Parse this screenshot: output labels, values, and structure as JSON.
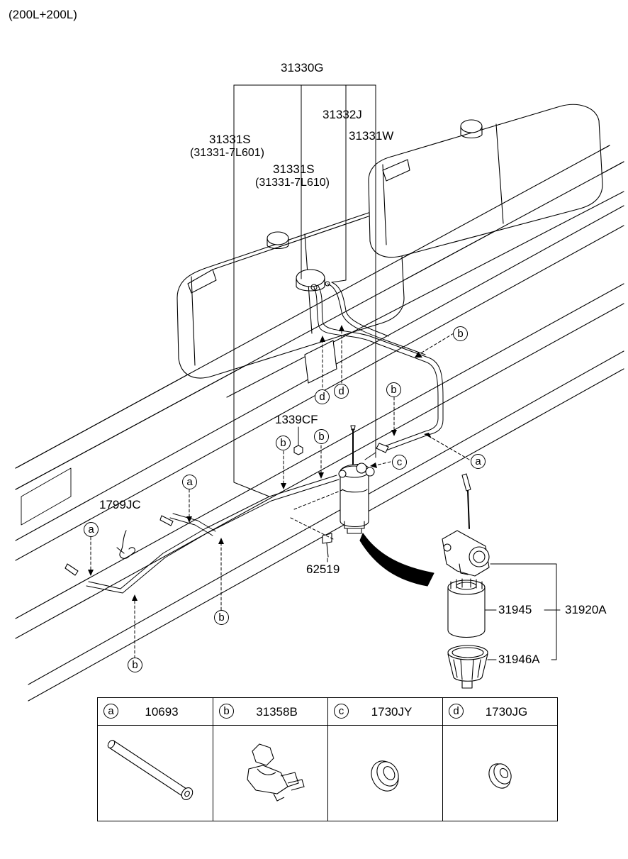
{
  "header": {
    "variant": "(200L+200L)"
  },
  "labels": {
    "assembly": "31330G",
    "p31332J": "31332J",
    "p31331W": "31331W",
    "p31331S_a": "31331S",
    "p31331S_a_sub": "(31331-7L601)",
    "p31331S_b": "31331S",
    "p31331S_b_sub": "(31331-7L610)",
    "p1339CF": "1339CF",
    "p1799JC": "1799JC",
    "p62519": "62519",
    "p31945": "31945",
    "p31920A": "31920A",
    "p31946A": "31946A"
  },
  "callouts": {
    "a": "a",
    "b": "b",
    "c": "c",
    "d": "d"
  },
  "legend": [
    {
      "letter": "a",
      "code": "10693"
    },
    {
      "letter": "b",
      "code": "31358B"
    },
    {
      "letter": "c",
      "code": "1730JY"
    },
    {
      "letter": "d",
      "code": "1730JG"
    }
  ]
}
